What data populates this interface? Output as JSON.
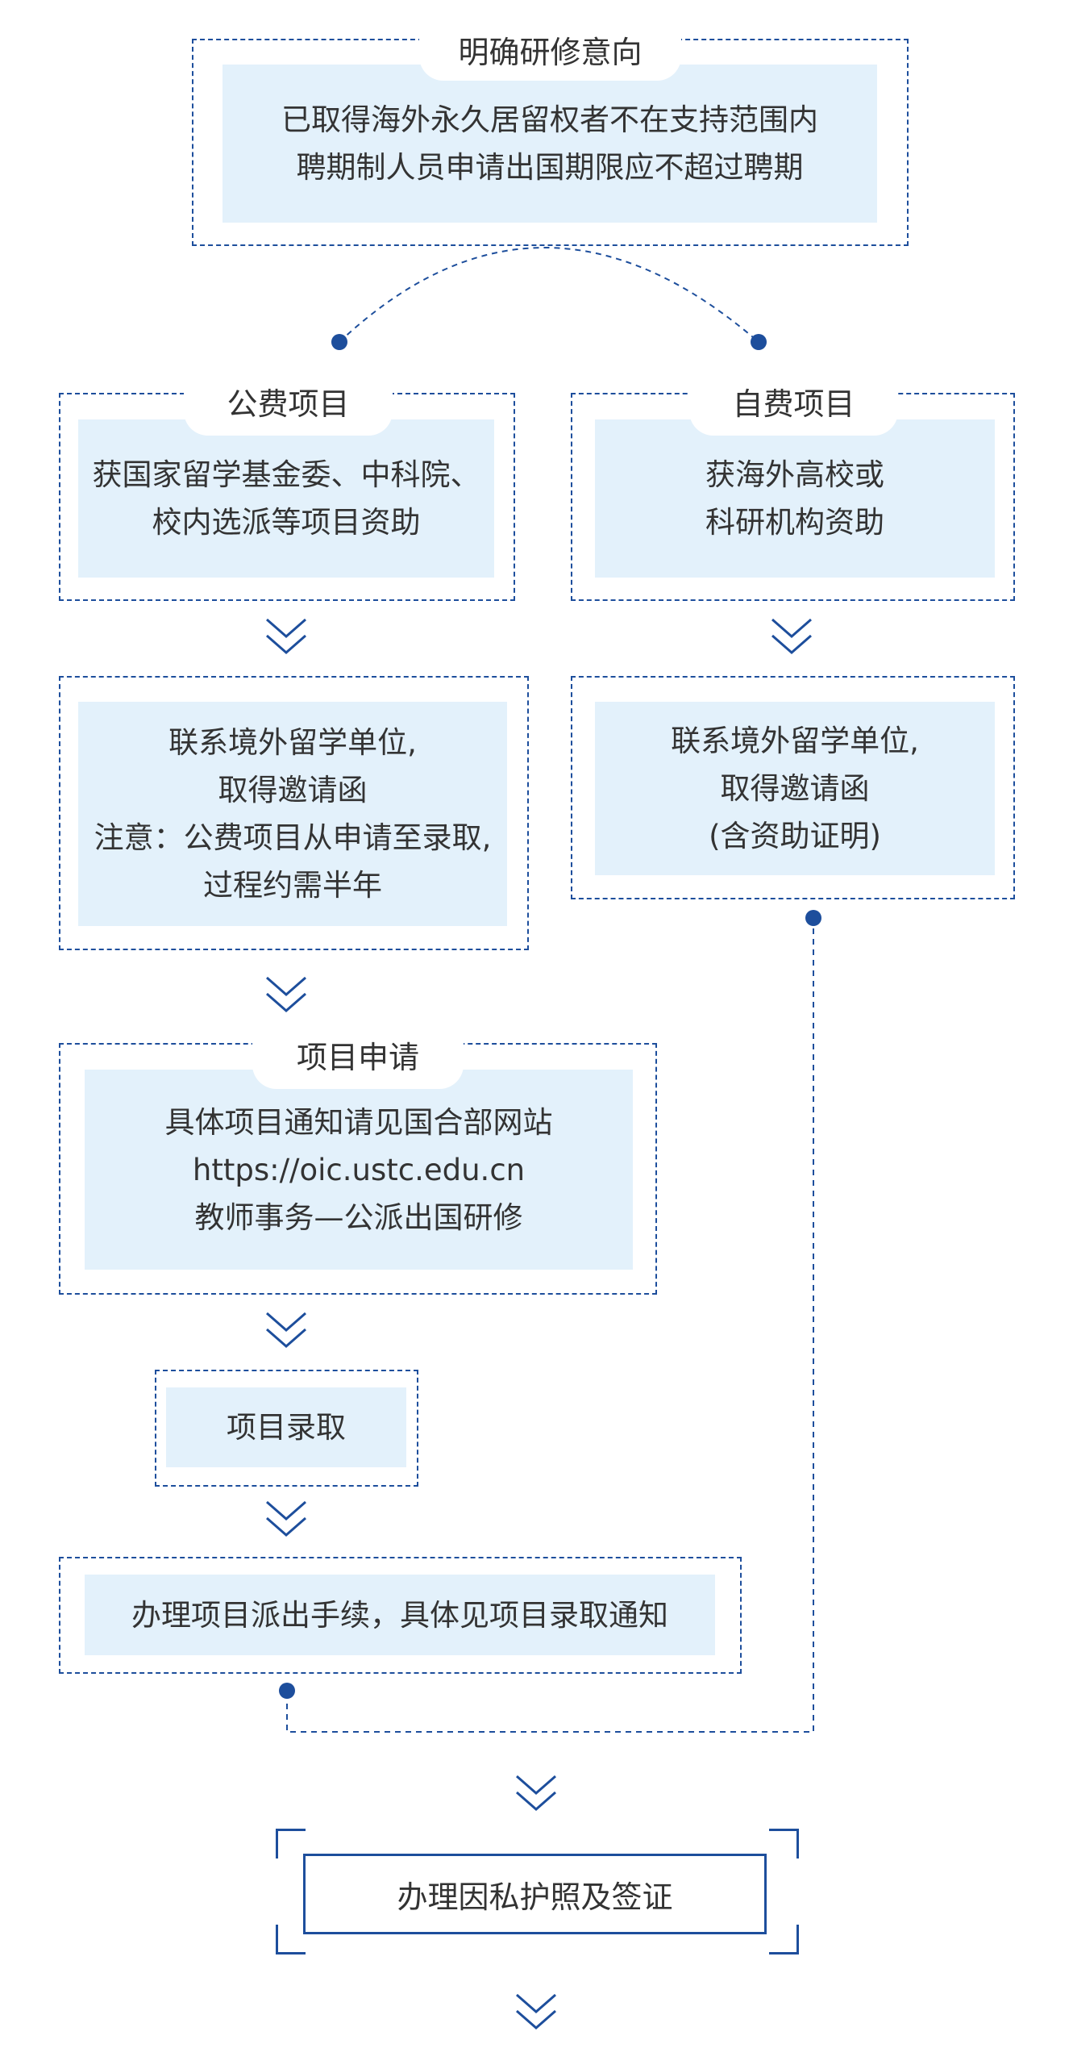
{
  "colors": {
    "accent": "#1d4e9c",
    "panel": "#e3f1fb",
    "text": "#333333"
  },
  "top": {
    "label": "明确研修意向",
    "lines": [
      "已取得海外永久居留权者不在支持范围内",
      "聘期制人员申请出国期限应不超过聘期"
    ]
  },
  "public": {
    "label": "公费项目",
    "lines": [
      "获国家留学基金委、中科院、",
      "校内选派等项目资助"
    ]
  },
  "self": {
    "label": "自费项目",
    "lines": [
      "获海外高校或",
      "科研机构资助"
    ]
  },
  "public_contact": {
    "lines": [
      "联系境外留学单位,",
      "取得邀请函",
      "注意：公费项目从申请至录取,",
      "过程约需半年"
    ]
  },
  "self_contact": {
    "lines": [
      "联系境外留学单位,",
      "取得邀请函",
      "(含资助证明)"
    ]
  },
  "apply": {
    "label": "项目申请",
    "lines": [
      "具体项目通知请见国合部网站",
      "https://oic.ustc.edu.cn",
      "教师事务—公派出国研修"
    ]
  },
  "admit": {
    "label": "项目录取"
  },
  "dispatch": {
    "label": "办理项目派出手续，具体见项目录取通知"
  },
  "passport": {
    "label": "办理因私护照及签证"
  },
  "icons": {
    "chevron": "double-chevron-down-icon",
    "dot": "connector-dot-icon"
  }
}
